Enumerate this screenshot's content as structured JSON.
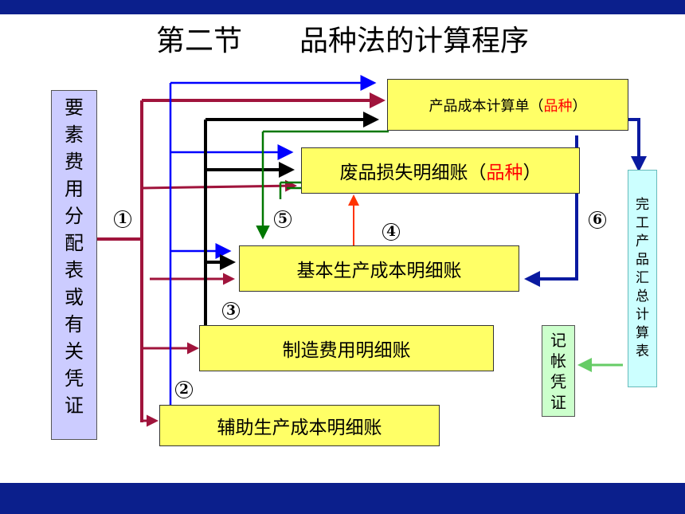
{
  "title": "第二节　　品种法的计算程序",
  "colors": {
    "band": "#0b1f8c",
    "box_yellow": "#ffff66",
    "left_box": "#ccccff",
    "right_box": "#ccffff",
    "voucher_box": "#ccffcc",
    "crimson": "#a0143c",
    "blue": "#0000ff",
    "black": "#000000",
    "green": "#007700",
    "red": "#ff3300",
    "navy": "#0a1aa0",
    "light_green": "#66cc66"
  },
  "boxes": {
    "source": "要素费用分配表或有关凭证",
    "product_cost_sheet": {
      "text": "产品成本计算单（",
      "highlight": "品种",
      "end": "）"
    },
    "scrap_loss_ledger": {
      "text": "废品损失明细账（",
      "highlight": "品种",
      "end": "）"
    },
    "basic_production_ledger": "基本生产成本明细账",
    "manufacturing_overhead_ledger": "制造费用明细账",
    "auxiliary_production_ledger": "辅助生产成本明细账",
    "finished_goods_summary": "完工产品汇总计算表",
    "voucher": "记帐凭证"
  },
  "steps": [
    "1",
    "2",
    "3",
    "4",
    "5",
    "6"
  ]
}
